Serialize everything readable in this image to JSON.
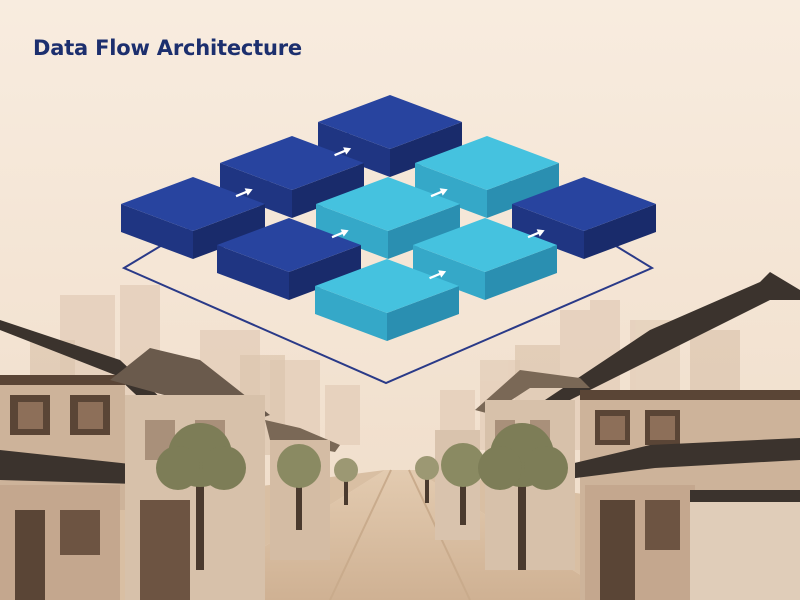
{
  "title": "Data Flow Architecture",
  "colors": {
    "background": "#f6e8da",
    "title": "#1c2f6e",
    "dark_block": "#24409a",
    "light_block": "#41bfdd",
    "platform_outline": "#2a3a88",
    "arrow": "#ffffff"
  },
  "diagram": {
    "blocks": [
      {
        "id": "b-row1",
        "tone": "dark"
      },
      {
        "id": "b-row2-left",
        "tone": "dark"
      },
      {
        "id": "b-row2-right",
        "tone": "light"
      },
      {
        "id": "b-row3-left",
        "tone": "dark"
      },
      {
        "id": "b-row3-center",
        "tone": "light"
      },
      {
        "id": "b-row3-right",
        "tone": "dark"
      },
      {
        "id": "b-row4-left",
        "tone": "dark"
      },
      {
        "id": "b-row4-right",
        "tone": "light"
      },
      {
        "id": "b-row5",
        "tone": "light"
      }
    ],
    "flows": [
      {
        "from": "b-row3-left",
        "to": "b-row2-left"
      },
      {
        "from": "b-row2-left",
        "to": "b-row1"
      },
      {
        "from": "b-row4-left",
        "to": "b-row3-center"
      },
      {
        "from": "b-row3-center",
        "to": "b-row2-right"
      },
      {
        "from": "b-row5",
        "to": "b-row4-right"
      },
      {
        "from": "b-row4-right",
        "to": "b-row3-right"
      }
    ]
  },
  "scene": {
    "setting": "traditional-street",
    "icons": [
      "tiled-roof-house-icon",
      "tree-icon",
      "road-icon",
      "city-skyline-icon"
    ]
  }
}
